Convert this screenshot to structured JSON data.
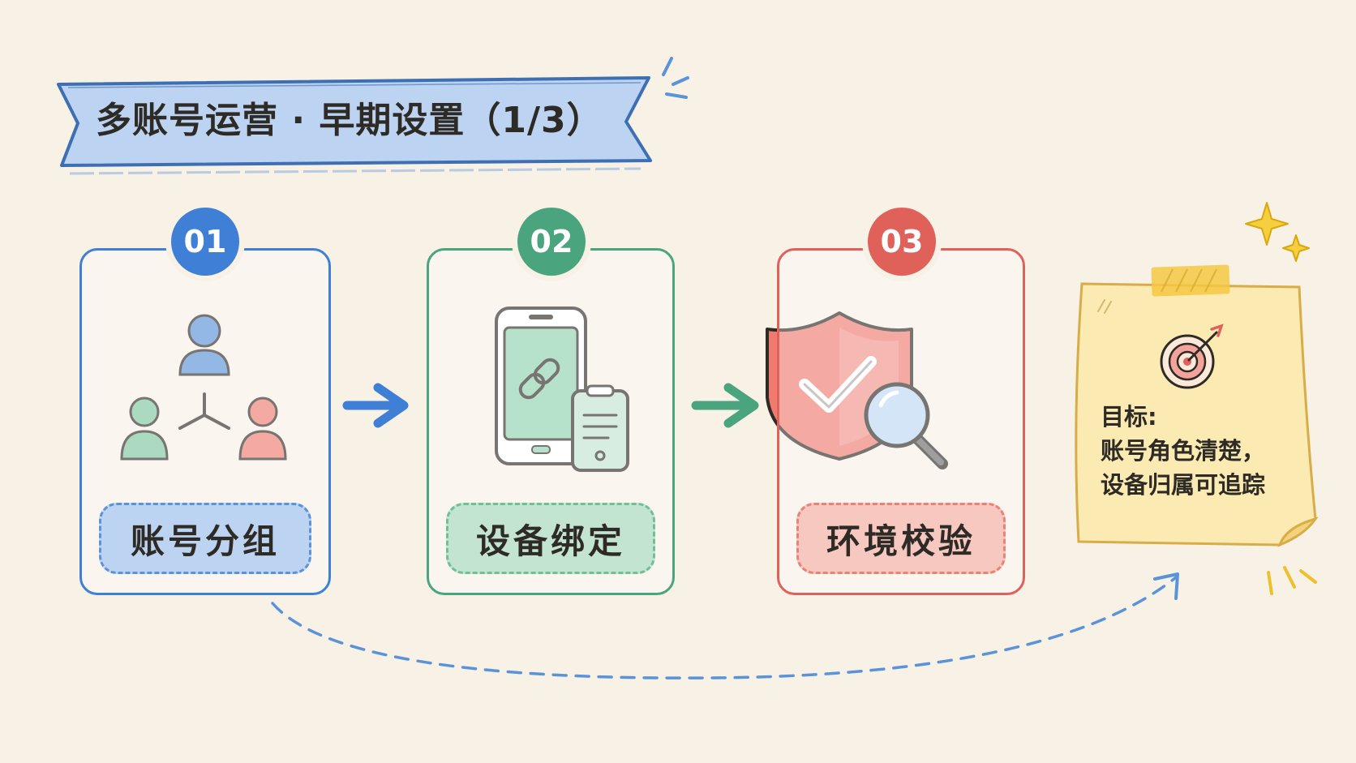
{
  "title": "多账号运营 · 早期设置（1/3）",
  "steps": [
    {
      "number": "01",
      "label": "账号分组",
      "icon": "user-group-icon",
      "color": "#3f7fd6"
    },
    {
      "number": "02",
      "label": "设备绑定",
      "icon": "phone-link-icon",
      "color": "#4aa57e"
    },
    {
      "number": "03",
      "label": "环境校验",
      "icon": "shield-check-icon",
      "color": "#e0605a"
    }
  ],
  "note": {
    "heading": "目标:",
    "lines": [
      "账号角色清楚，",
      "设备归属可追踪"
    ],
    "icon": "target-icon"
  },
  "colors": {
    "blue_fill": "#bcd4f1",
    "green_fill": "#c4e4d2",
    "red_fill": "#f6c8bf",
    "note_fill": "#fbeab1",
    "background": "#f7f1e6"
  }
}
